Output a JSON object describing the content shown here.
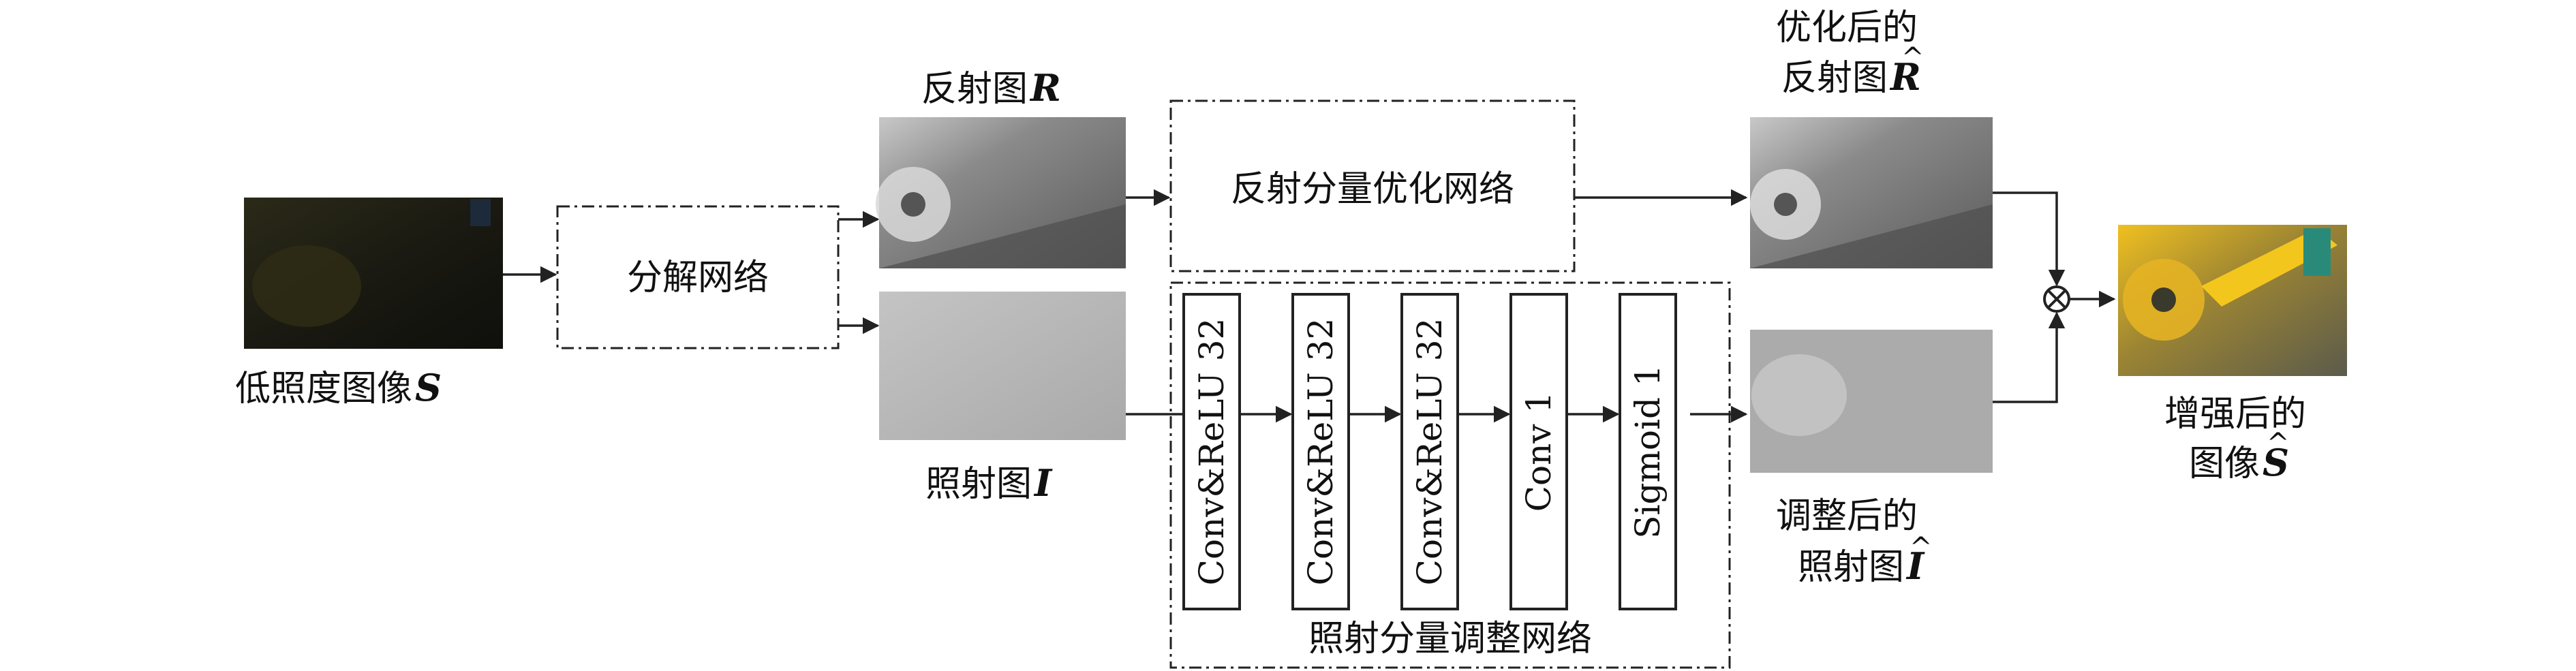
{
  "labels": {
    "input_caption": "低照度图像",
    "input_var": "S",
    "decomp_net": "分解网络",
    "reflect_caption": "反射图",
    "reflect_var": "R",
    "illum_caption": "照射图",
    "illum_var": "I",
    "reflect_opt_net": "反射分量优化网络",
    "illum_adj_net": "照射分量调整网络",
    "opt_reflect_line1": "优化后的",
    "opt_reflect_line2": "反射图",
    "opt_reflect_var": "R",
    "adj_illum_line1": "调整后的",
    "adj_illum_line2": "照射图",
    "adj_illum_var": "I",
    "output_line1": "增强后的",
    "output_line2": "图像",
    "output_var": "S"
  },
  "layers": [
    {
      "label": "Conv&ReLU 32"
    },
    {
      "label": "Conv&ReLU 32"
    },
    {
      "label": "Conv&ReLU 32"
    },
    {
      "label": "Conv 1"
    },
    {
      "label": "Sigmoid 1"
    }
  ],
  "colors": {
    "input_image": "#1a1a12",
    "reflect_image": "#7d7d7d",
    "illum_image": "#b4b4b4",
    "output_image": "#a08a3a",
    "output_accent": "#f0c020"
  }
}
